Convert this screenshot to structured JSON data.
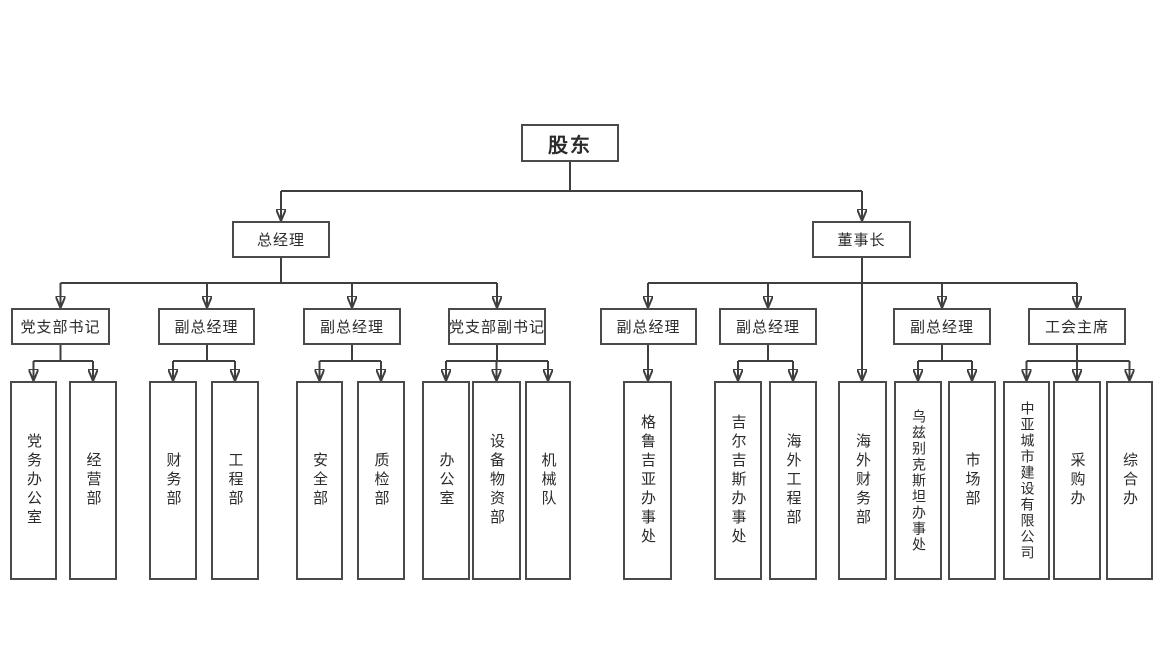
{
  "colors": {
    "line": "#3f3f3f",
    "box-border": "#4a4a4a",
    "box-bg": "#ffffff",
    "text": "#2b2b2b",
    "bg": "#ffffff"
  },
  "root": {
    "id": "shareholders",
    "label": "股东"
  },
  "level2": [
    {
      "id": "general-manager",
      "label": "总经理"
    },
    {
      "id": "chairman",
      "label": "董事长"
    }
  ],
  "level3": [
    {
      "id": "party-branch-secretary",
      "label": "党支部书记"
    },
    {
      "id": "deputy-gm-1",
      "label": "副总经理"
    },
    {
      "id": "deputy-gm-2",
      "label": "副总经理"
    },
    {
      "id": "party-branch-deputy-secretary",
      "label": "党支部副书记"
    },
    {
      "id": "deputy-gm-3",
      "label": "副总经理"
    },
    {
      "id": "deputy-gm-4",
      "label": "副总经理"
    },
    {
      "id": "deputy-gm-5",
      "label": "副总经理"
    },
    {
      "id": "union-chairman",
      "label": "工会主席"
    }
  ],
  "level4": [
    {
      "id": "party-affairs-office",
      "label": "党务办公室"
    },
    {
      "id": "operations-dept",
      "label": "经营部"
    },
    {
      "id": "finance-dept",
      "label": "财务部"
    },
    {
      "id": "engineering-dept",
      "label": "工程部"
    },
    {
      "id": "safety-dept",
      "label": "安全部"
    },
    {
      "id": "quality-inspection-dept",
      "label": "质检部"
    },
    {
      "id": "office",
      "label": "办公室"
    },
    {
      "id": "equipment-materials-dept",
      "label": "设备物资部"
    },
    {
      "id": "machinery-team",
      "label": "机械队"
    },
    {
      "id": "georgia-office",
      "label": "格鲁吉亚办事处"
    },
    {
      "id": "kyrgyzstan-office",
      "label": "吉尔吉斯办事处"
    },
    {
      "id": "overseas-engineering-dept",
      "label": "海外工程部"
    },
    {
      "id": "overseas-finance-dept",
      "label": "海外财务部"
    },
    {
      "id": "uzbekistan-office",
      "label": "乌兹别克斯坦办事处"
    },
    {
      "id": "market-dept",
      "label": "市场部"
    },
    {
      "id": "central-asia-urban-construction-co",
      "label": "中亚城市建设有限公司"
    },
    {
      "id": "procurement-office",
      "label": "采购办"
    },
    {
      "id": "general-affairs-office",
      "label": "综合办"
    }
  ],
  "edges": [
    [
      "shareholders",
      "general-manager"
    ],
    [
      "shareholders",
      "chairman"
    ],
    [
      "general-manager",
      "party-branch-secretary"
    ],
    [
      "general-manager",
      "deputy-gm-1"
    ],
    [
      "general-manager",
      "deputy-gm-2"
    ],
    [
      "general-manager",
      "party-branch-deputy-secretary"
    ],
    [
      "party-branch-secretary",
      "party-affairs-office"
    ],
    [
      "party-branch-secretary",
      "operations-dept"
    ],
    [
      "deputy-gm-1",
      "finance-dept"
    ],
    [
      "deputy-gm-1",
      "engineering-dept"
    ],
    [
      "deputy-gm-2",
      "safety-dept"
    ],
    [
      "deputy-gm-2",
      "quality-inspection-dept"
    ],
    [
      "party-branch-deputy-secretary",
      "office"
    ],
    [
      "party-branch-deputy-secretary",
      "equipment-materials-dept"
    ],
    [
      "party-branch-deputy-secretary",
      "machinery-team"
    ],
    [
      "chairman",
      "deputy-gm-3"
    ],
    [
      "chairman",
      "deputy-gm-4"
    ],
    [
      "chairman",
      "overseas-finance-dept"
    ],
    [
      "chairman",
      "deputy-gm-5"
    ],
    [
      "chairman",
      "union-chairman"
    ],
    [
      "deputy-gm-3",
      "georgia-office"
    ],
    [
      "deputy-gm-4",
      "kyrgyzstan-office"
    ],
    [
      "deputy-gm-4",
      "overseas-engineering-dept"
    ],
    [
      "deputy-gm-5",
      "uzbekistan-office"
    ],
    [
      "deputy-gm-5",
      "market-dept"
    ],
    [
      "union-chairman",
      "central-asia-urban-construction-co"
    ],
    [
      "union-chairman",
      "procurement-office"
    ],
    [
      "union-chairman",
      "general-affairs-office"
    ]
  ]
}
